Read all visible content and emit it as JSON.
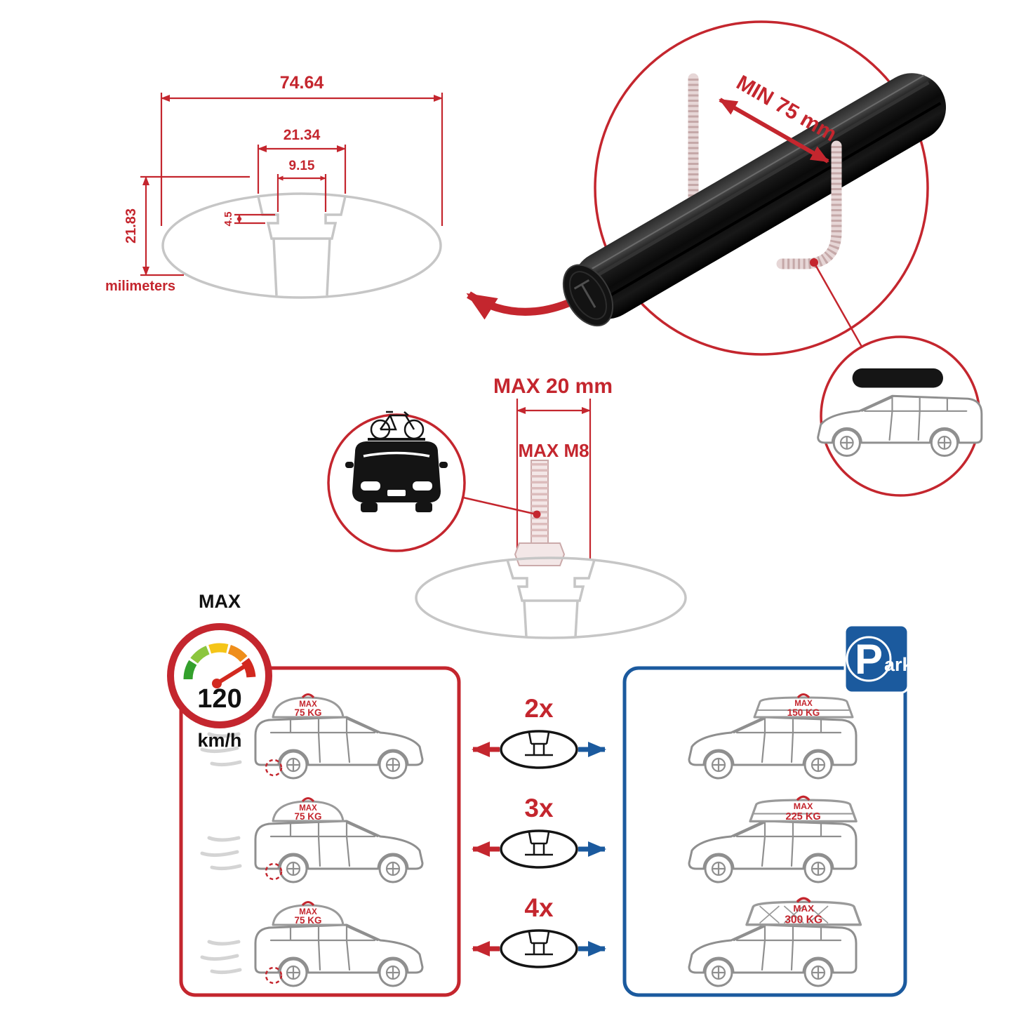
{
  "colors": {
    "red": "#c4262e",
    "blue": "#1b5a9e",
    "light_gray": "#c6c6c6",
    "dark": "#141414"
  },
  "cross_section": {
    "total_width": "74.64",
    "channel_width": "21.34",
    "slot_width": "9.15",
    "lip_height": "4.5",
    "total_height": "21.83",
    "unit": "milimeters"
  },
  "bar_detail": {
    "min_gap": "MIN 75 mm"
  },
  "bolt": {
    "max_length": "MAX 20 mm",
    "max_thread": "MAX M8"
  },
  "speed_limit": {
    "title": "MAX",
    "value": "120",
    "unit": "km/h"
  },
  "multipliers": [
    {
      "label": "2x"
    },
    {
      "label": "3x"
    },
    {
      "label": "4x"
    }
  ],
  "left_panel": {
    "cars": [
      {
        "max_label": "MAX",
        "load": "75 KG"
      },
      {
        "max_label": "MAX",
        "load": "75 KG"
      },
      {
        "max_label": "MAX",
        "load": "75 KG"
      }
    ]
  },
  "right_panel": {
    "park_p": "P",
    "park_suffix": "ark",
    "cars": [
      {
        "max_label": "MAX",
        "load": "150 KG"
      },
      {
        "max_label": "MAX",
        "load": "225 KG"
      },
      {
        "max_label": "MAX",
        "load": "300 KG"
      }
    ]
  }
}
